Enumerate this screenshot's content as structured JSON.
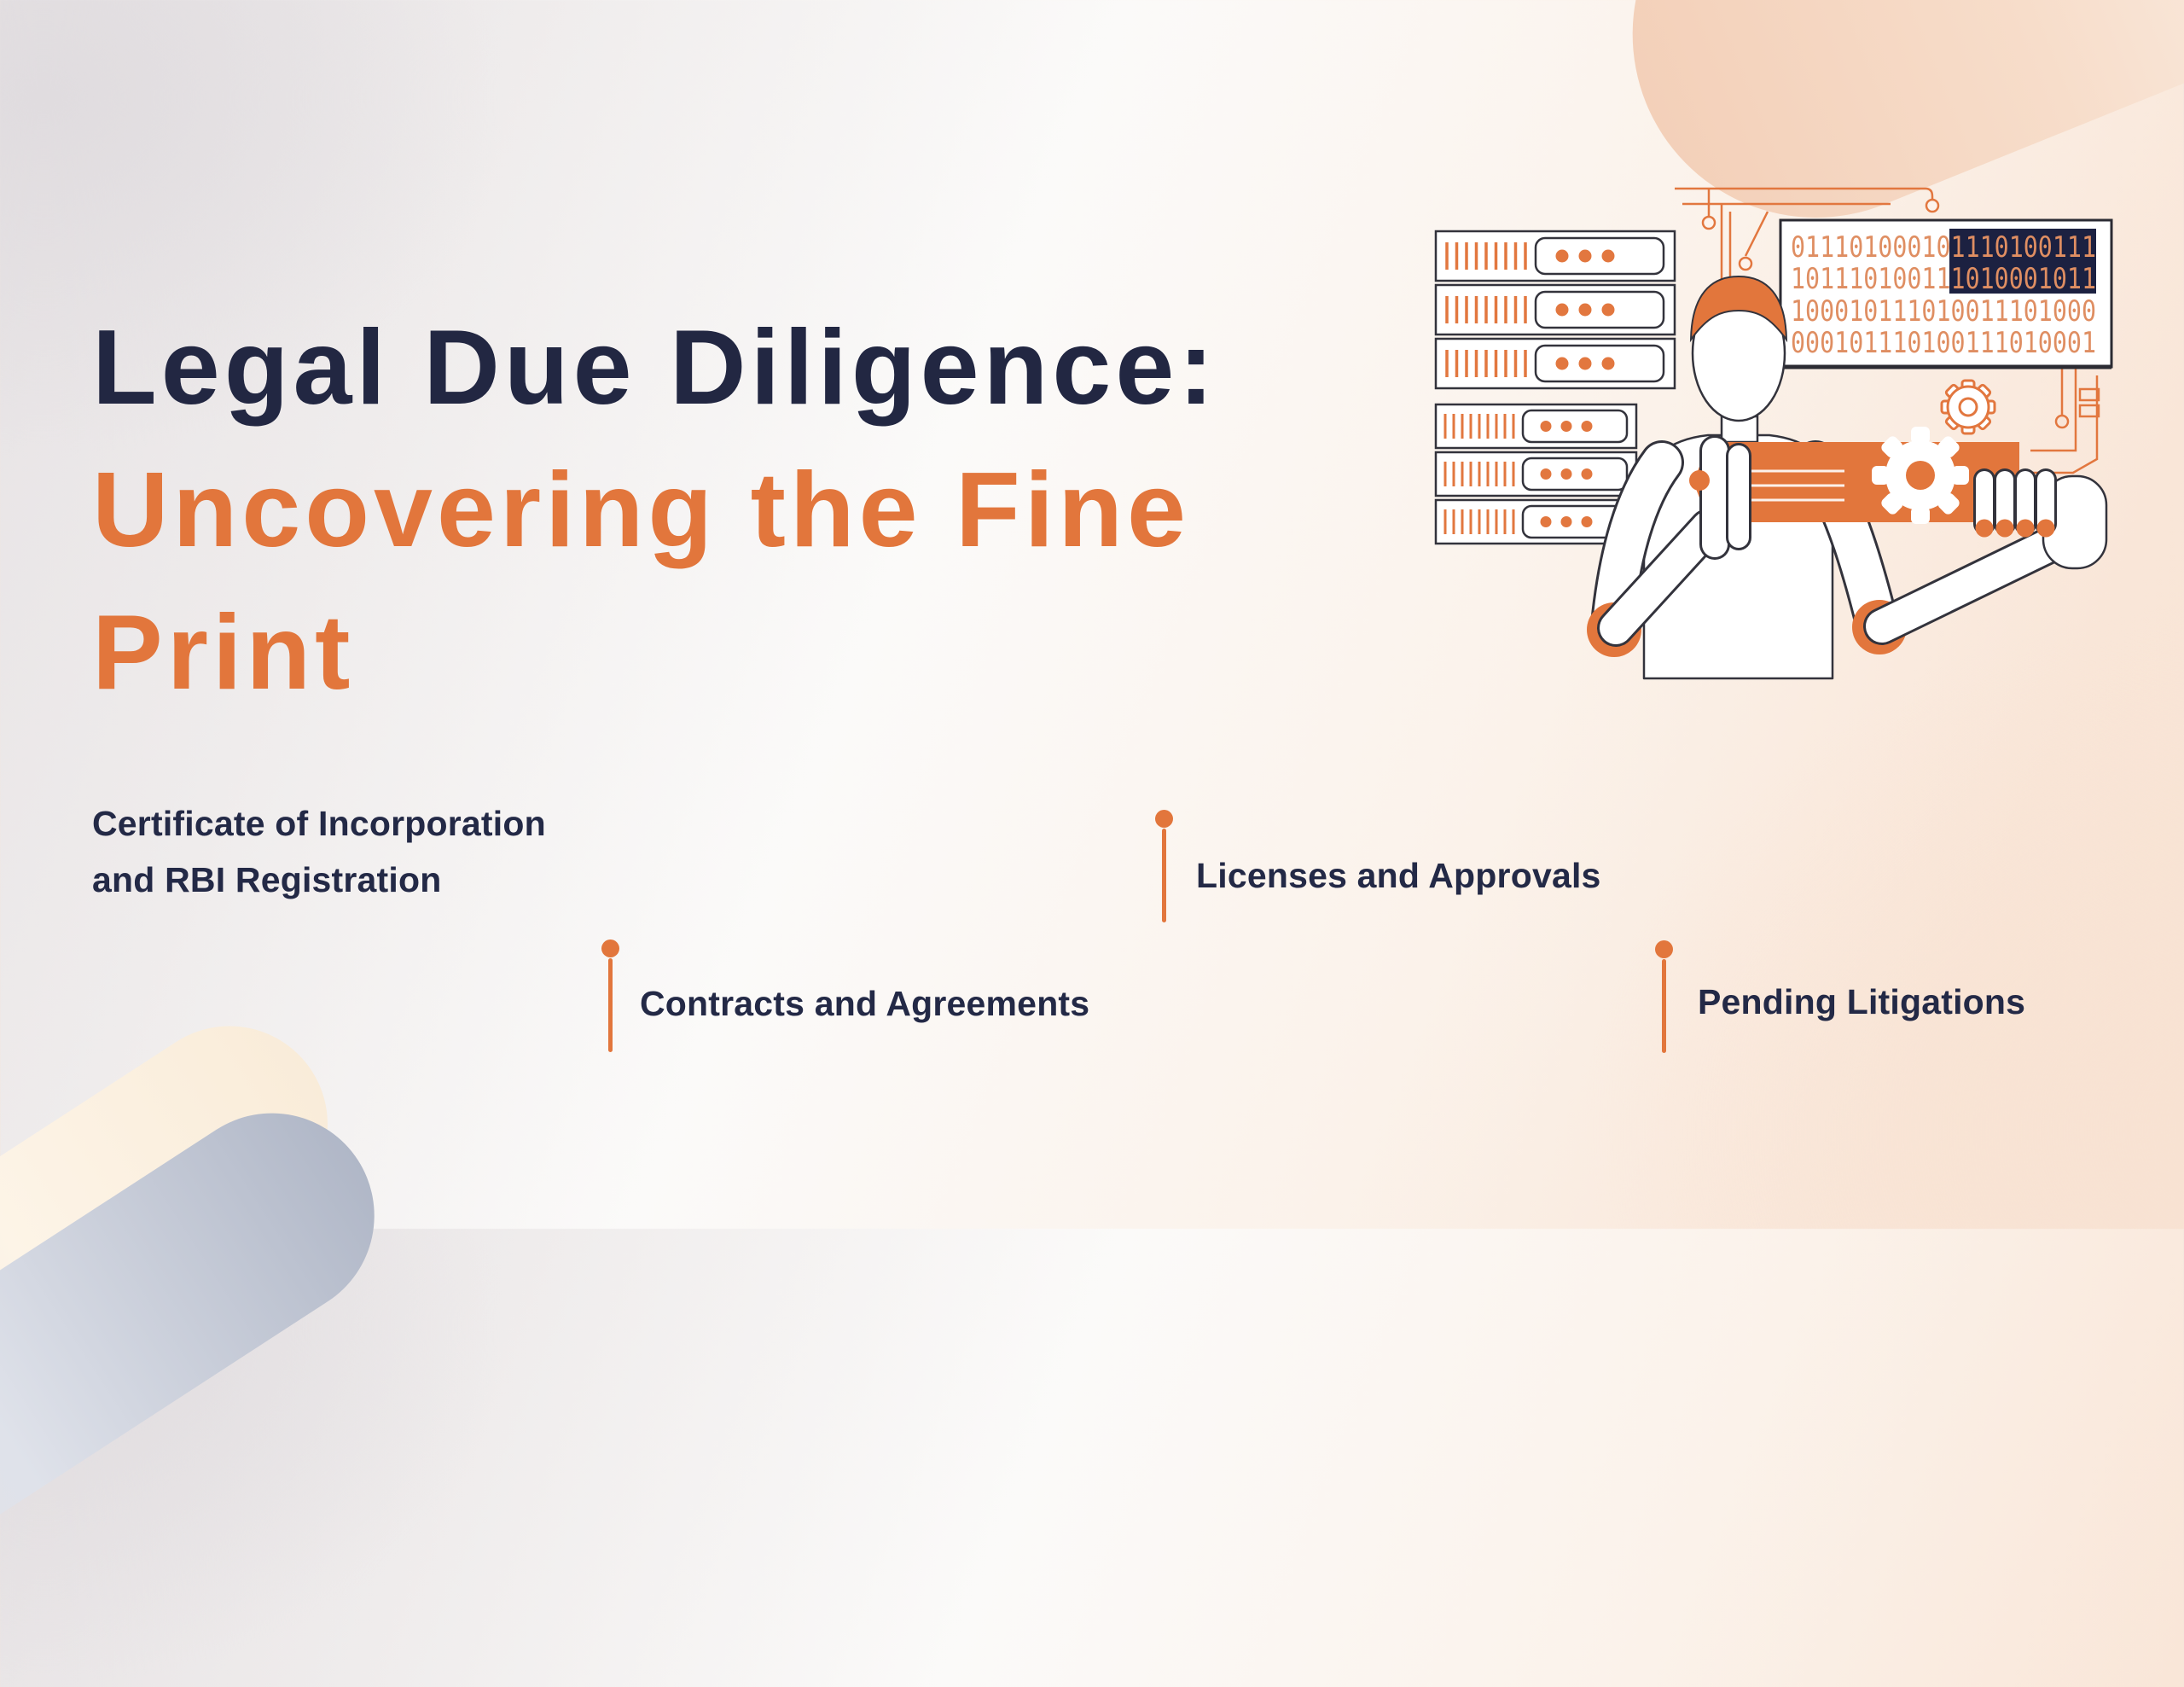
{
  "slide": {
    "title": {
      "line1": "Legal Due Diligence:",
      "line2": "Uncovering the Fine",
      "line3": "Print"
    },
    "checklist": [
      {
        "line1": "Certificate of Incorporation",
        "line2": "and RBI Registration",
        "marker": false
      },
      {
        "label": "Contracts and Agreements",
        "marker": true
      },
      {
        "label": "Licenses and Approvals",
        "marker": true
      },
      {
        "label": "Pending Litigations",
        "marker": true
      }
    ]
  },
  "illustration": {
    "description": "robot holding orange data bar with gears, server racks and binary code panel",
    "binary_panel": {
      "rows": [
        "011101000101110100111",
        "101110100111010001011",
        "100010111010011101000",
        "000101110100111010001"
      ],
      "highlighted_section": "right portion of rows 1-2"
    }
  },
  "colors": {
    "navy_text": "#232946",
    "orange_accent": "#E2763C",
    "binary_digits": "#DF8E62",
    "highlight_box": "#1C2141",
    "illustration_outline": "#33333C",
    "pill_peach": "#F3D0B9",
    "pill_gray": "#B0B7C7"
  }
}
